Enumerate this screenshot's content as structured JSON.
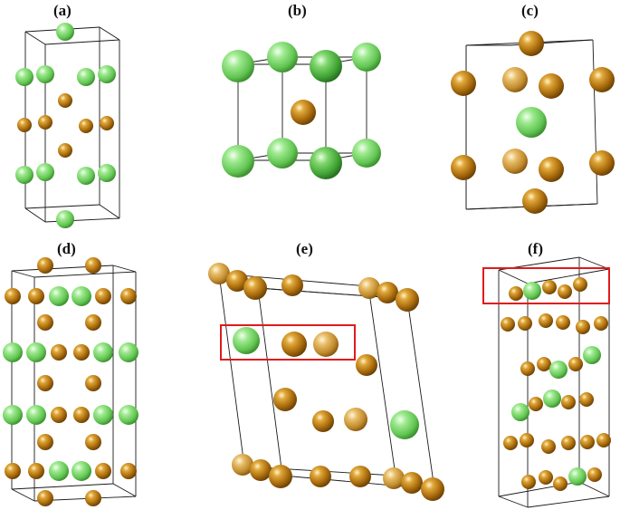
{
  "panels": [
    {
      "label": "(a)"
    },
    {
      "label": "(b)"
    },
    {
      "label": "(c)"
    },
    {
      "label": "(d)"
    },
    {
      "label": "(e)"
    },
    {
      "label": "(f)"
    }
  ],
  "colors": {
    "gold_atom": "#b9790e",
    "green_atom": "#7ddc6f",
    "cell_edge": "#1a1a1a",
    "highlight_box": "#e01b1b"
  }
}
